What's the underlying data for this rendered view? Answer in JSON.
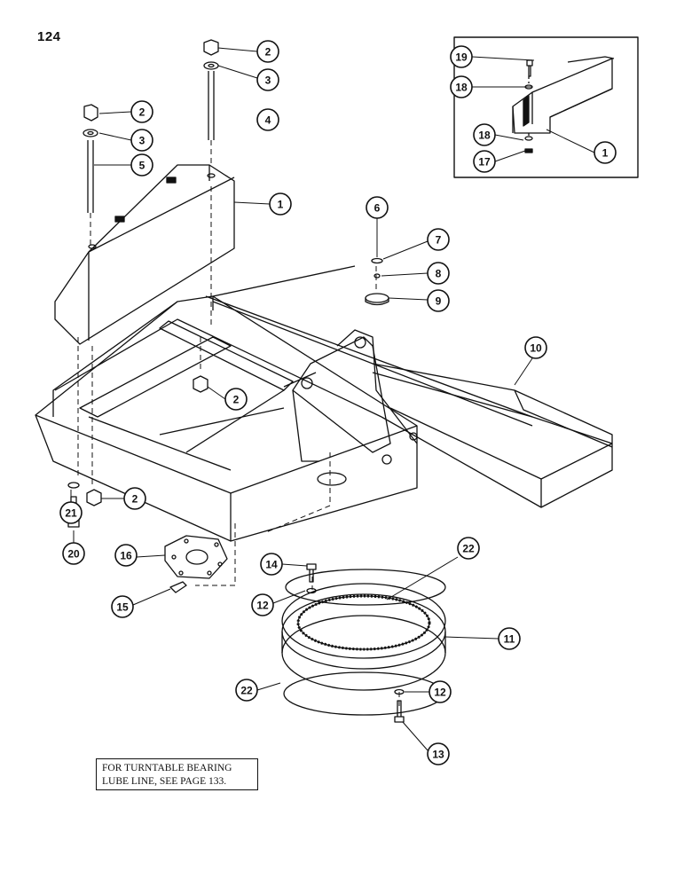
{
  "page": {
    "number": "124"
  },
  "note": {
    "line1": "FOR TURNTABLE BEARING",
    "line2": "LUBE LINE, SEE PAGE 133."
  },
  "callouts": [
    {
      "id": "c-2a",
      "label": "2"
    },
    {
      "id": "c-3a",
      "label": "3"
    },
    {
      "id": "c-4",
      "label": "4"
    },
    {
      "id": "c-2b",
      "label": "2"
    },
    {
      "id": "c-3b",
      "label": "3"
    },
    {
      "id": "c-5",
      "label": "5"
    },
    {
      "id": "c-1a",
      "label": "1"
    },
    {
      "id": "c-6",
      "label": "6"
    },
    {
      "id": "c-7",
      "label": "7"
    },
    {
      "id": "c-8",
      "label": "8"
    },
    {
      "id": "c-9",
      "label": "9"
    },
    {
      "id": "c-10",
      "label": "10"
    },
    {
      "id": "c-2c",
      "label": "2"
    },
    {
      "id": "c-2d",
      "label": "2"
    },
    {
      "id": "c-21",
      "label": "21"
    },
    {
      "id": "c-20",
      "label": "20"
    },
    {
      "id": "c-16",
      "label": "16"
    },
    {
      "id": "c-15",
      "label": "15"
    },
    {
      "id": "c-14",
      "label": "14"
    },
    {
      "id": "c-12a",
      "label": "12"
    },
    {
      "id": "c-22a",
      "label": "22"
    },
    {
      "id": "c-11",
      "label": "11"
    },
    {
      "id": "c-22b",
      "label": "22"
    },
    {
      "id": "c-12b",
      "label": "12"
    },
    {
      "id": "c-13",
      "label": "13"
    },
    {
      "id": "c-19",
      "label": "19"
    },
    {
      "id": "c-18a",
      "label": "18"
    },
    {
      "id": "c-18b",
      "label": "18"
    },
    {
      "id": "c-17",
      "label": "17"
    },
    {
      "id": "c-1b",
      "label": "1"
    }
  ]
}
